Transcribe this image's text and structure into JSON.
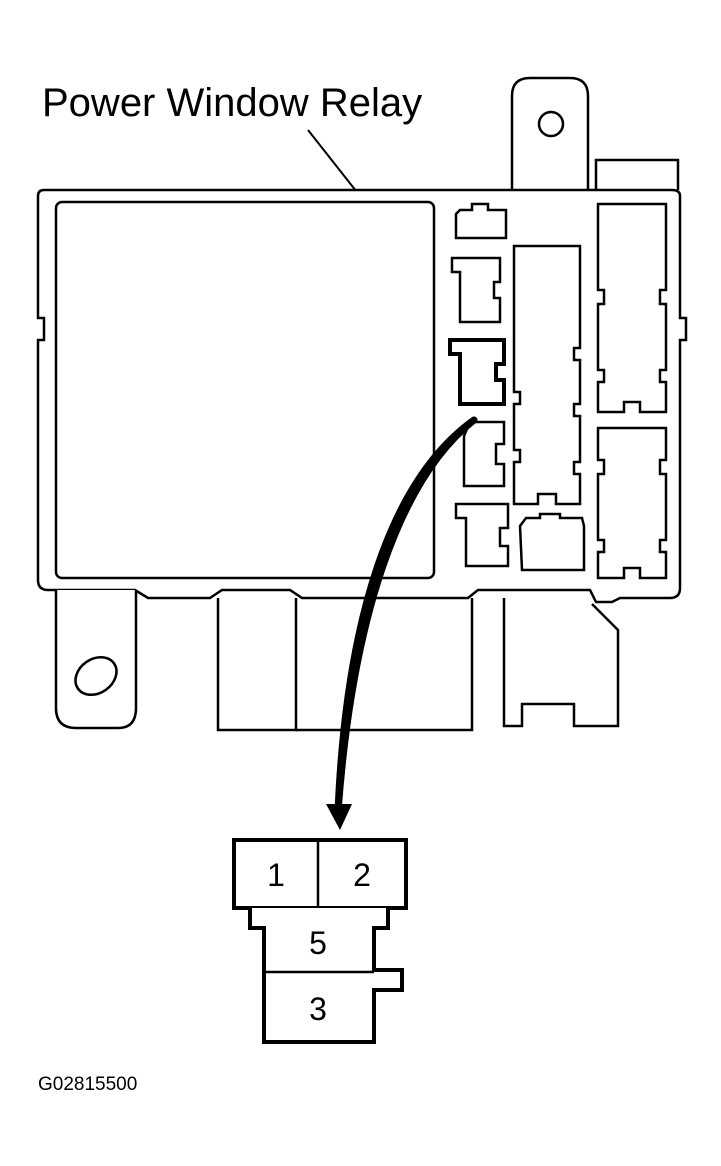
{
  "callout": {
    "label": "Power Window Relay"
  },
  "connector": {
    "pins": [
      "1",
      "2",
      "5",
      "3"
    ]
  },
  "figure_code": "G02815500"
}
